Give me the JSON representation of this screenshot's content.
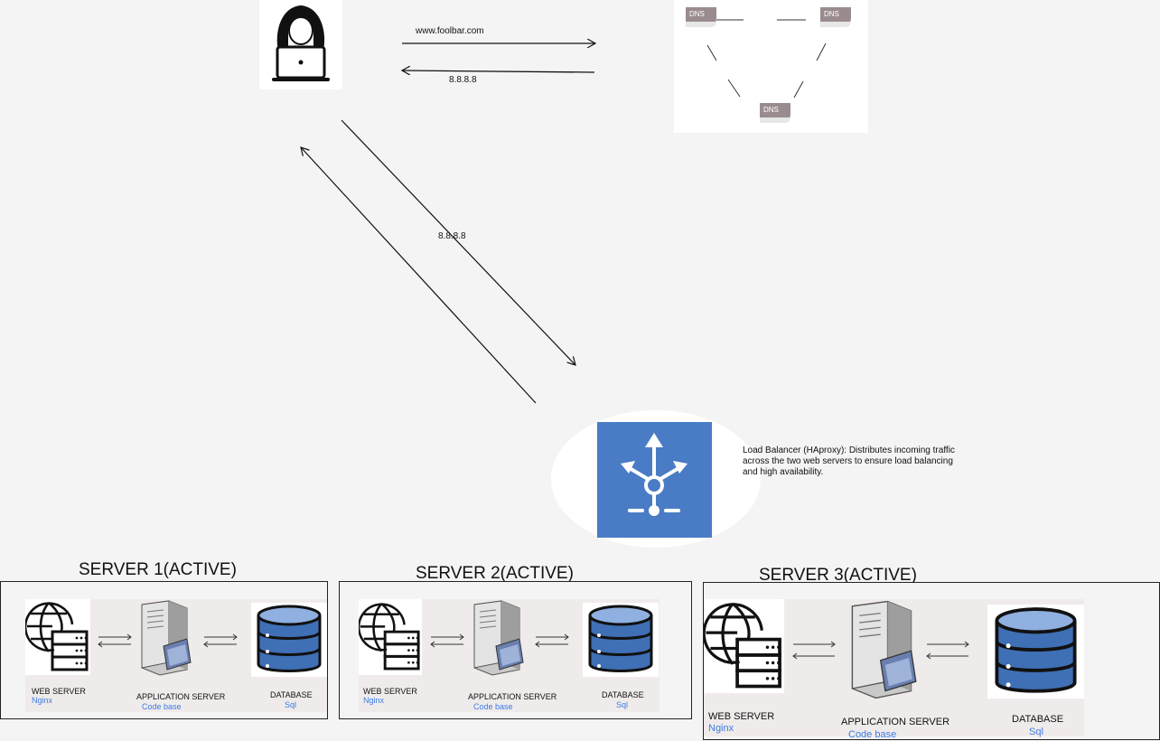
{
  "top_flow": {
    "request_label": "www.foolbar.com",
    "dns_response_label": "8.8.8.8"
  },
  "dns_cluster": {
    "nodes": [
      "DNS",
      "DNS",
      "DNS"
    ]
  },
  "lb_flow_label": "8.8.8.8",
  "load_balancer": {
    "description": "Load Balancer (HAproxy): Distributes incoming traffic\n across the two web servers to ensure load balancing\n and high availability."
  },
  "servers": [
    {
      "title": "SERVER 1(ACTIVE)",
      "web_label": "WEB SERVER",
      "web_sub": "Nginx",
      "app_label": "APPLICATION SERVER",
      "app_sub": "Code base",
      "db_label": "DATABASE",
      "db_sub": "Sql"
    },
    {
      "title": "SERVER 2(ACTIVE)",
      "web_label": "WEB SERVER",
      "web_sub": "Nginx",
      "app_label": "APPLICATION SERVER",
      "app_sub": "Code base",
      "db_label": "DATABASE",
      "db_sub": "Sql"
    },
    {
      "title": "SERVER 3(ACTIVE)",
      "web_label": "WEB SERVER",
      "web_sub": "Nginx",
      "app_label": "APPLICATION SERVER",
      "app_sub": "Code base",
      "db_label": "DATABASE",
      "db_sub": "Sql"
    }
  ],
  "icons": {
    "user": "user-laptop-icon",
    "load_balancer": "load-balancer-icon",
    "web_server": "globe-server-icon",
    "app_server": "server-tower-icon",
    "database": "database-icon"
  },
  "colors": {
    "background": "#f4f4f4",
    "load_balancer": "#4a7cc6",
    "database": "#3f6fb5",
    "sublabel": "#3b7be3",
    "dns_node": "#9a8c8e"
  }
}
